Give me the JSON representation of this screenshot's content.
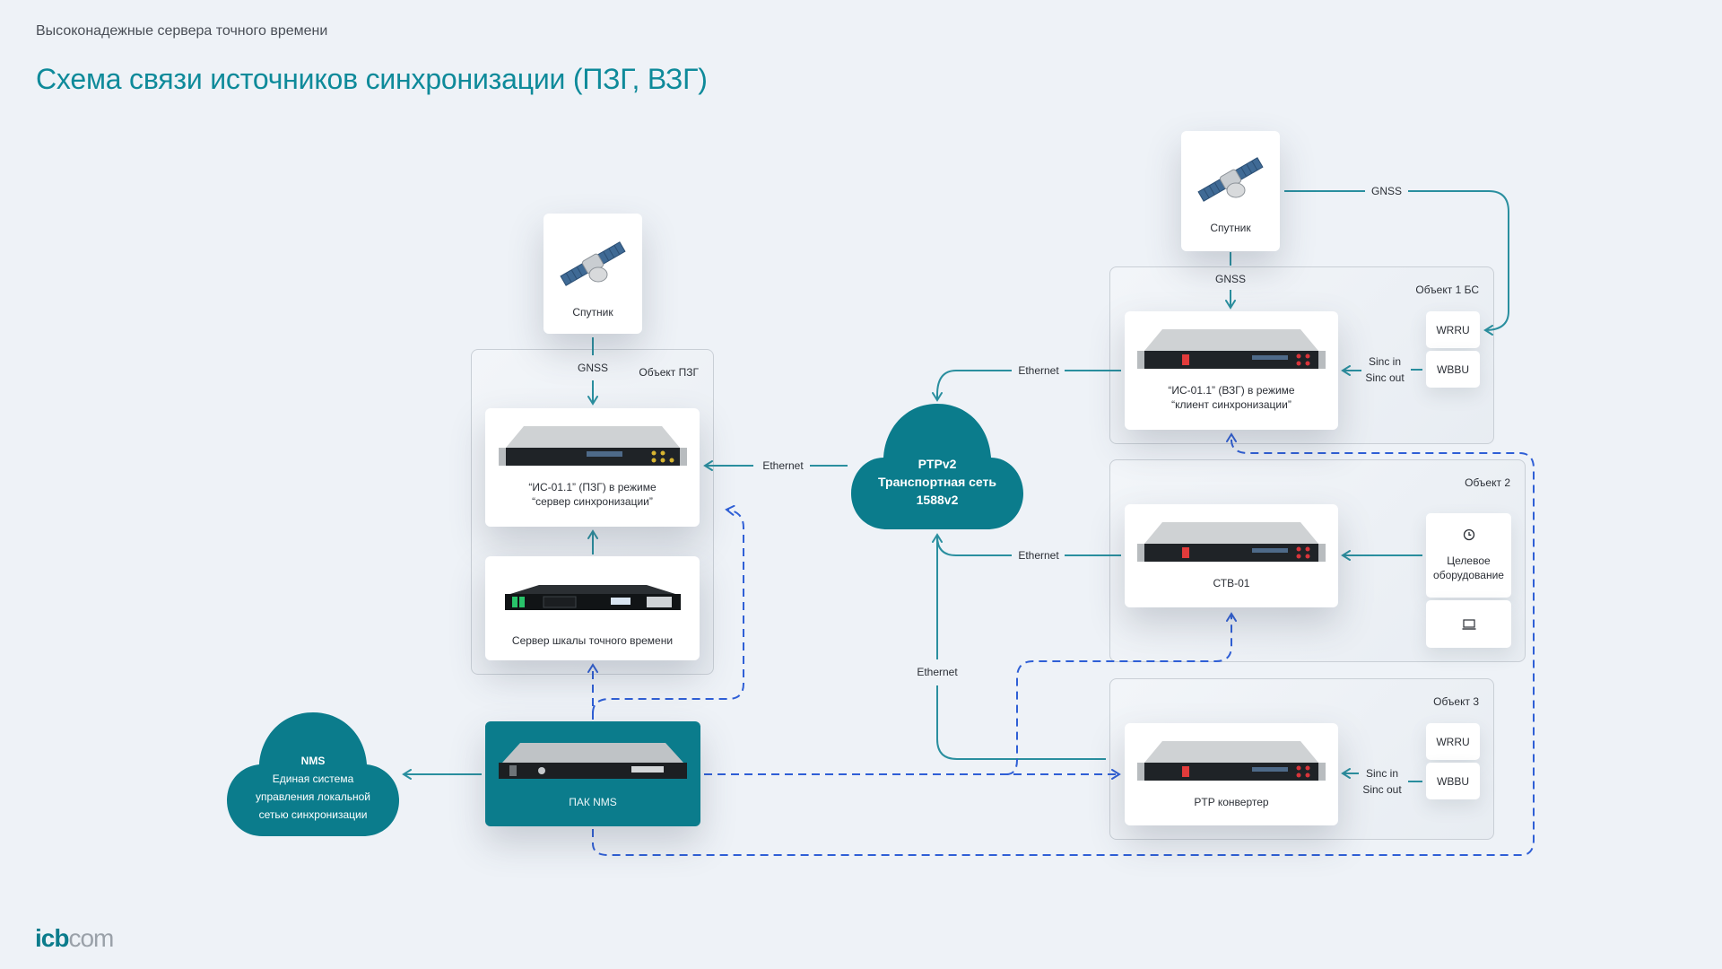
{
  "header": {
    "subtitle": "Высоконадежные сервера точного времени",
    "title": "Схема связи источников синхронизации (ПЗГ, ВЗГ)"
  },
  "logo": {
    "part1": "icb",
    "part2": "com"
  },
  "colors": {
    "accent": "#0b7c8c",
    "title": "#0e8a9a",
    "connector": "#2a8f9f",
    "management_dashed": "#2f5fd6",
    "background": "#eef2f7"
  },
  "satellites": [
    {
      "label": "Спутник",
      "icon": "satellite-icon"
    },
    {
      "label": "Спутник",
      "icon": "satellite-icon"
    }
  ],
  "groups": {
    "pzg": {
      "label": "Объект ПЗГ",
      "gnss_label": "GNSS",
      "devices": [
        {
          "label_line1": "“ИС-01.1” (ПЗГ) в режиме",
          "label_line2": "“сервер синхронизации”"
        },
        {
          "label_line1": "Сервер шкалы точного времени"
        }
      ]
    },
    "object1": {
      "label": "Объект 1 БС",
      "gnss_label": "GNSS",
      "device": {
        "label_line1": "“ИС-01.1” (ВЗГ) в режиме",
        "label_line2": "“клиент синхронизации”"
      },
      "units": [
        "WRRU",
        "WBBU"
      ],
      "sync_label_line1": "Sinc in",
      "sync_label_line2": "Sinc out"
    },
    "object2": {
      "label": "Объект 2",
      "device": {
        "label_line1": "СТВ-01"
      },
      "target": {
        "label_line1": "Целевое",
        "label_line2": "оборудование",
        "icon": "clock-icon",
        "second_icon": "laptop-icon"
      }
    },
    "object3": {
      "label": "Объект 3",
      "device": {
        "label_line1": "PTP конвертер"
      },
      "units": [
        "WRRU",
        "WBBU"
      ],
      "sync_label_line1": "Sinc in",
      "sync_label_line2": "Sinc out"
    }
  },
  "clouds": {
    "transport": {
      "line1": "PTPv2",
      "line2": "Транспортная сеть",
      "line3": "1588v2"
    },
    "nms": {
      "line1": "NMS",
      "line2": "Единая система",
      "line3": "управления локальной",
      "line4": "сетью синхронизации"
    }
  },
  "nms_device": {
    "label": "ПАК NMS"
  },
  "edges": {
    "ethernet_pzg": "Ethernet",
    "ethernet_obj1": "Ethernet",
    "ethernet_obj2": "Ethernet",
    "ethernet_obj3": "Ethernet",
    "gnss_top_right": "GNSS"
  }
}
